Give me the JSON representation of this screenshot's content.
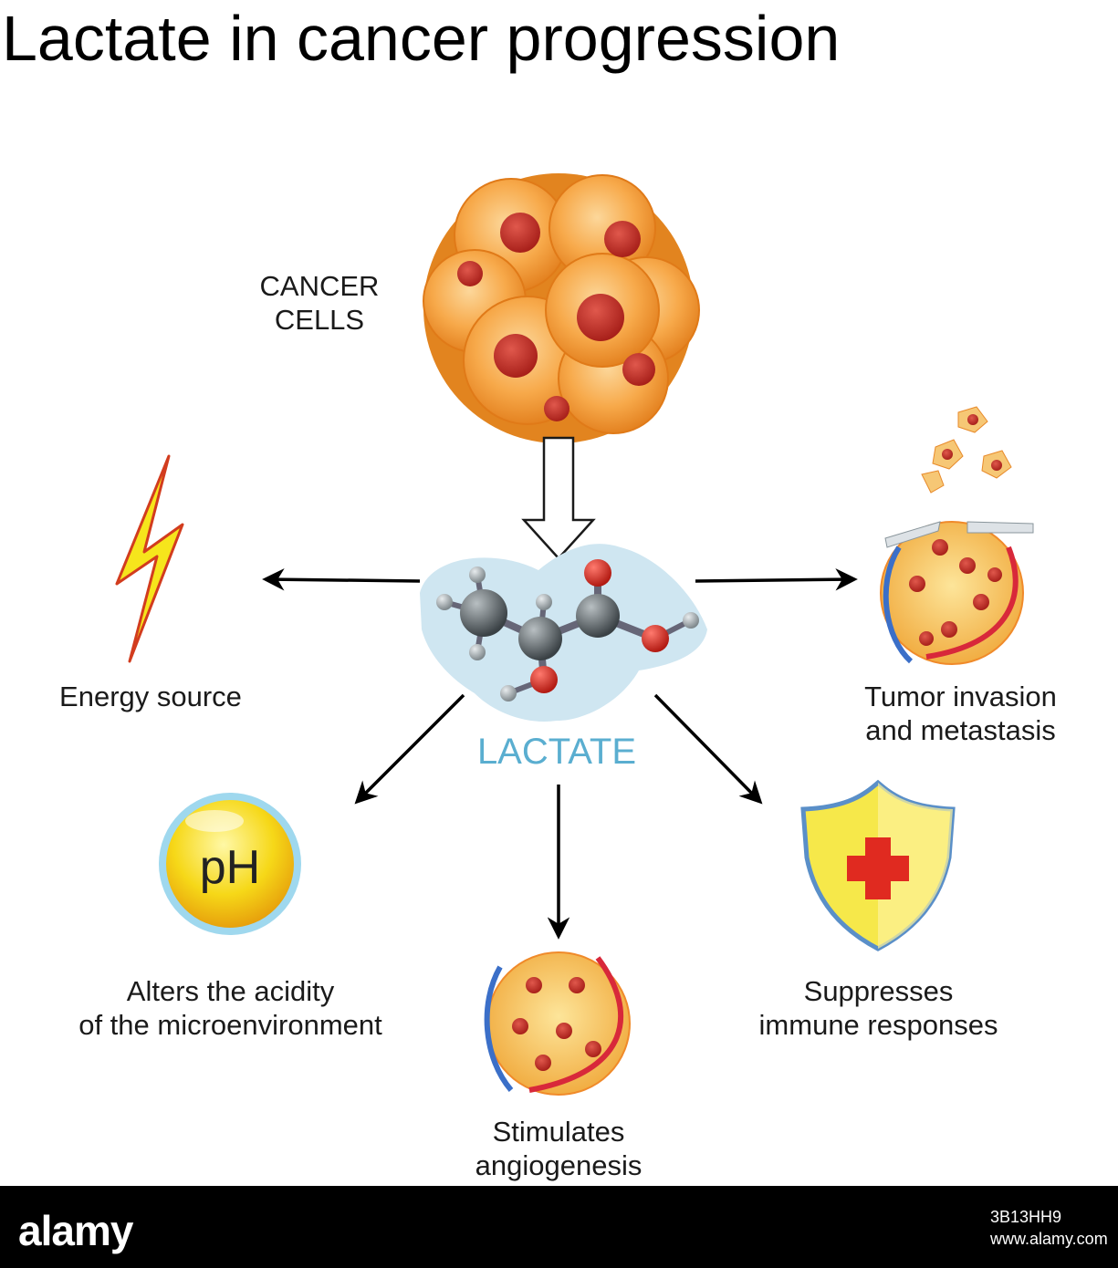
{
  "title": "Lactate in cancer progression",
  "cancer_label_line1": "CANCER",
  "cancer_label_line2": "CELLS",
  "center_label": "LACTATE",
  "ph_text": "pH",
  "outcomes": {
    "energy": "Energy source",
    "tumor_line1": "Tumor invasion",
    "tumor_line2": "and metastasis",
    "acidity_line1": "Alters the acidity",
    "acidity_line2": "of the microenvironment",
    "angio_line1": "Stimulates",
    "angio_line2": "angiogenesis",
    "immune_line1": "Suppresses",
    "immune_line2": "immune responses"
  },
  "footer": {
    "logo": "alamy",
    "image_id": "3B13HH9",
    "site": "www.alamy.com"
  },
  "colors": {
    "lactate_blue": "#5aaed0",
    "cell_orange": "#f0962a",
    "nucleus_red": "#c0302a",
    "shield_blue": "#5a8fc8",
    "shield_yellow": "#f6e84a",
    "cross_red": "#e02a20",
    "bolt_yellow": "#f6e51c",
    "bolt_red": "#d23c1e"
  },
  "icons": [
    "lightning-icon",
    "ph-sphere-icon",
    "shield-cross-icon",
    "tumor-vessel-icon",
    "molecule-icon",
    "cell-cluster-icon"
  ]
}
